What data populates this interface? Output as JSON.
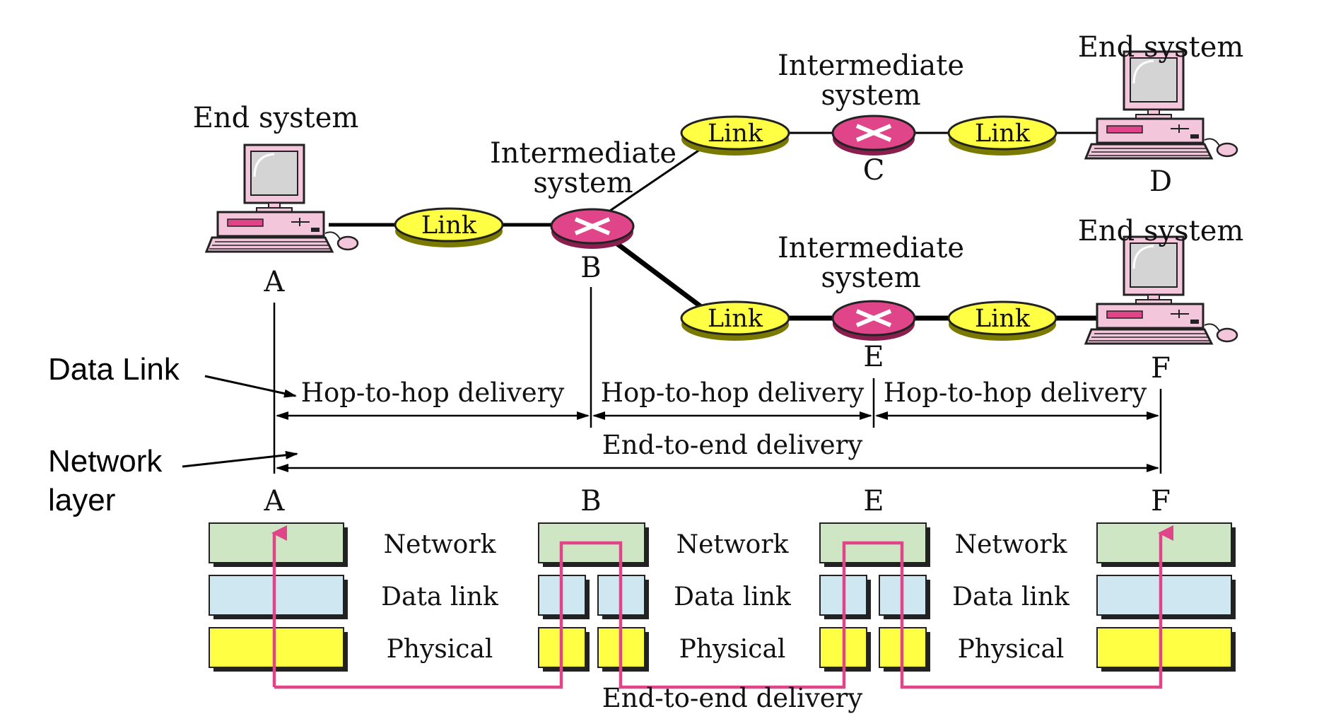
{
  "top_labels": {
    "end_system_a": "End system",
    "intermediate_b_line1": "Intermediate",
    "intermediate_b_line2": "system",
    "intermediate_c_line1": "Intermediate",
    "intermediate_c_line2": "system",
    "end_system_d": "End system",
    "intermediate_e_line1": "Intermediate",
    "intermediate_e_line2": "system",
    "end_system_f": "End system"
  },
  "nodes": {
    "a": "A",
    "b": "B",
    "c": "C",
    "d": "D",
    "e": "E",
    "f": "F"
  },
  "links": [
    "Link",
    "Link",
    "Link",
    "Link",
    "Link"
  ],
  "delivery": {
    "hop1": "Hop-to-hop delivery",
    "hop2": "Hop-to-hop delivery",
    "hop3": "Hop-to-hop delivery",
    "end_to_end": "End-to-end delivery",
    "end_to_end_bottom": "End-to-end delivery"
  },
  "side_labels": {
    "data_link": "Data Link",
    "network_line1": "Network",
    "network_line2": "layer"
  },
  "stack_labels": {
    "network": [
      "Network",
      "Network",
      "Network"
    ],
    "data_link": [
      "Data link",
      "Data link",
      "Data link"
    ],
    "physical": [
      "Physical",
      "Physical",
      "Physical"
    ]
  },
  "bottom_nodes": {
    "a": "A",
    "b": "B",
    "e": "E",
    "f": "F"
  },
  "colors": {
    "network_layer": "#cfe6c4",
    "data_link_layer": "#cfe7f0",
    "physical_layer": "#ffff44",
    "link_oval": "#ffff44",
    "router": "#e0458a",
    "path": "#e0458a",
    "computer": "#f3c6dc"
  },
  "icons": [
    "computer-icon",
    "router-icon"
  ]
}
